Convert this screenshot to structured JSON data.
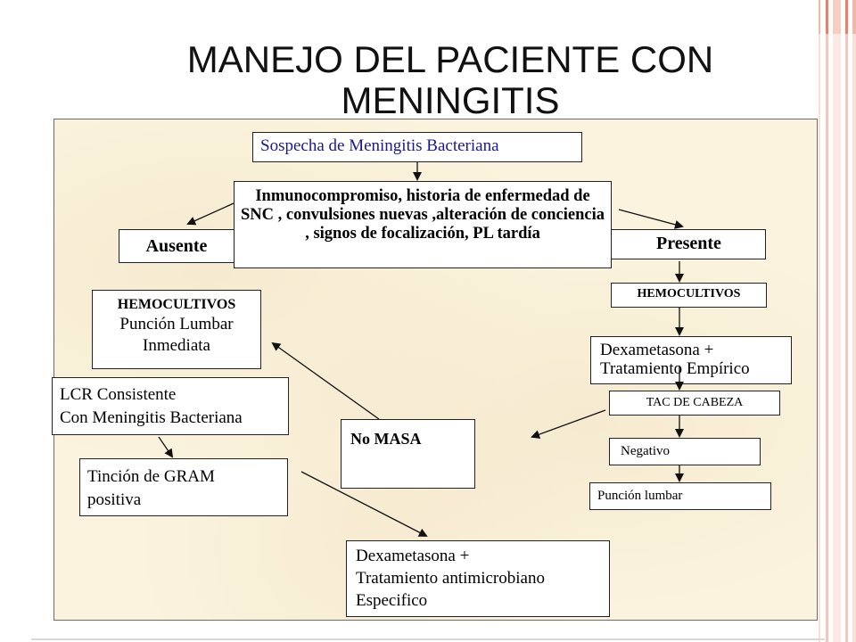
{
  "page": {
    "title": "MANEJO DEL PACIENTE CON MENINGITIS"
  },
  "flowchart": {
    "nodes": {
      "sospecha": "Sospecha de Meningitis Bacteriana",
      "criterios": "Inmunocompromiso, historia de enfermedad de SNC , convulsiones nuevas ,alteración de conciencia , signos de focalización, PL tardía",
      "ausente": "Ausente",
      "presente": "Presente",
      "hemocultivos_left_title": "HEMOCULTIVOS",
      "hemocultivos_left_body": "Punción Lumbar Inmediata",
      "hemocultivos_right": "HEMOCULTIVOS",
      "dexa_empirico_line1": "Dexametasona  +",
      "dexa_empirico_line2": "Tratamiento Empírico",
      "tac": "TAC DE CABEZA",
      "negativo": "Negativo",
      "puncion": "Punción lumbar",
      "no_masa": "No  MASA",
      "lcr_line1": "LCR Consistente",
      "lcr_line2": "Con Meningitis Bacteriana",
      "tincion_line1": "Tinción de GRAM",
      "tincion_line2": "positiva",
      "dexa_especifico_line1": "Dexametasona +",
      "dexa_especifico_line2": "Tratamiento antimicrobiano",
      "dexa_especifico_line3": "Especifico"
    }
  },
  "colors": {
    "sospecha_text": "#1a1a8c",
    "panel_bg": "#fbf3dd",
    "accent": "#e8806a"
  }
}
